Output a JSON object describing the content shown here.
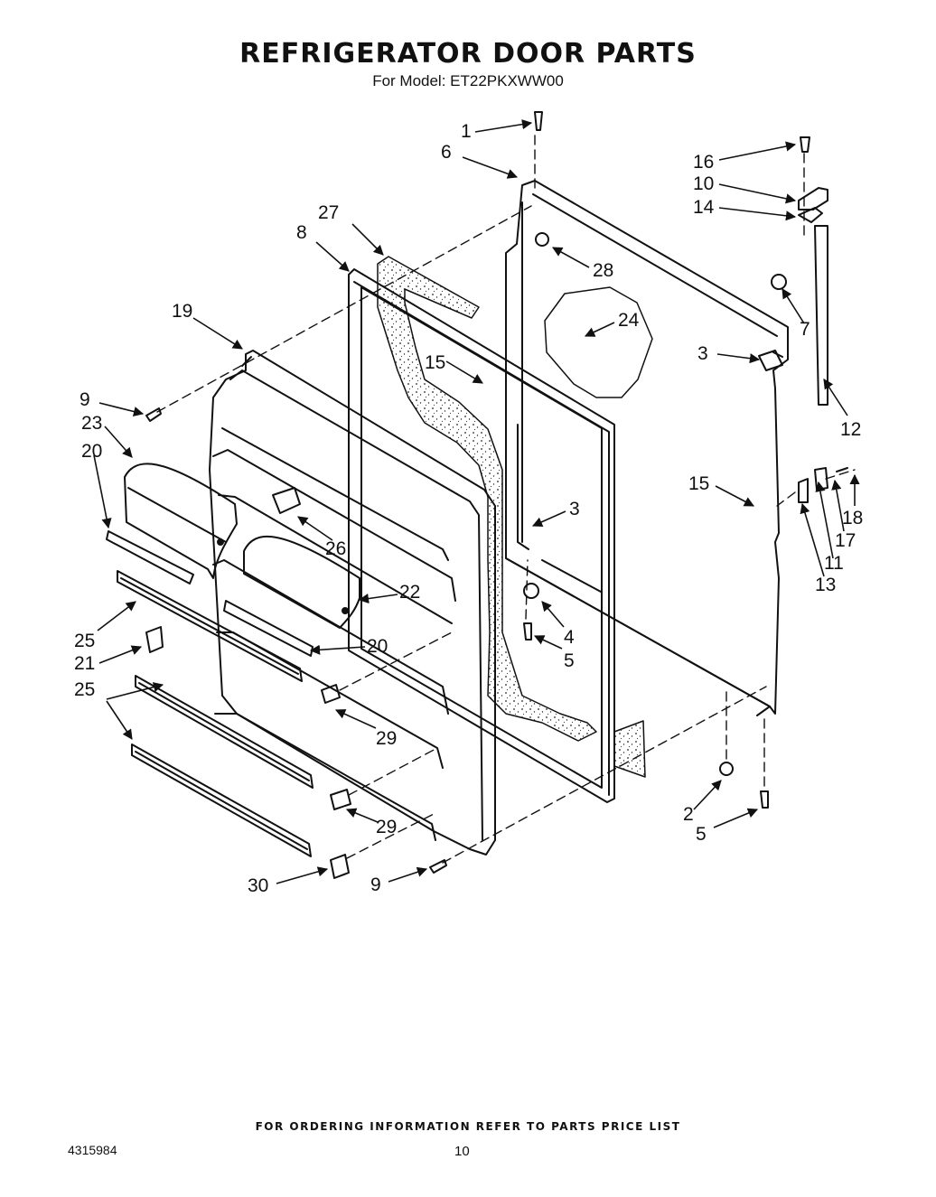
{
  "header": {
    "title": "REFRIGERATOR DOOR PARTS",
    "model_line": "For Model: ET22PKXWW00"
  },
  "callouts": [
    "1",
    "6",
    "16",
    "10",
    "14",
    "27",
    "8",
    "28",
    "19",
    "24",
    "7",
    "15",
    "3",
    "9",
    "23",
    "20",
    "12",
    "15",
    "3",
    "26",
    "18",
    "17",
    "11",
    "13",
    "22",
    "4",
    "5",
    "25",
    "21",
    "20",
    "25",
    "29",
    "29",
    "2",
    "5",
    "30",
    "9"
  ],
  "footer": {
    "ordering_note": "FOR ORDERING INFORMATION REFER TO PARTS PRICE LIST",
    "document_number": "4315984",
    "page_number": "10"
  }
}
